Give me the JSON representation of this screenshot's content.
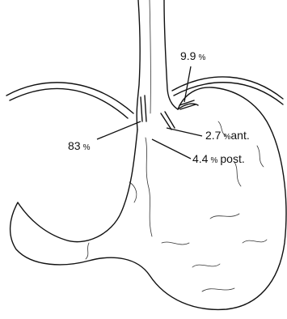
{
  "figure": {
    "labels": [
      {
        "key": "top",
        "value": "9.9",
        "unit": "%",
        "suffix": ""
      },
      {
        "key": "left",
        "value": "83",
        "unit": "%",
        "suffix": ""
      },
      {
        "key": "ant",
        "value": "2.7",
        "unit": "%",
        "suffix": "ant."
      },
      {
        "key": "post",
        "value": "4.4",
        "unit": "%",
        "suffix": "post."
      }
    ]
  }
}
